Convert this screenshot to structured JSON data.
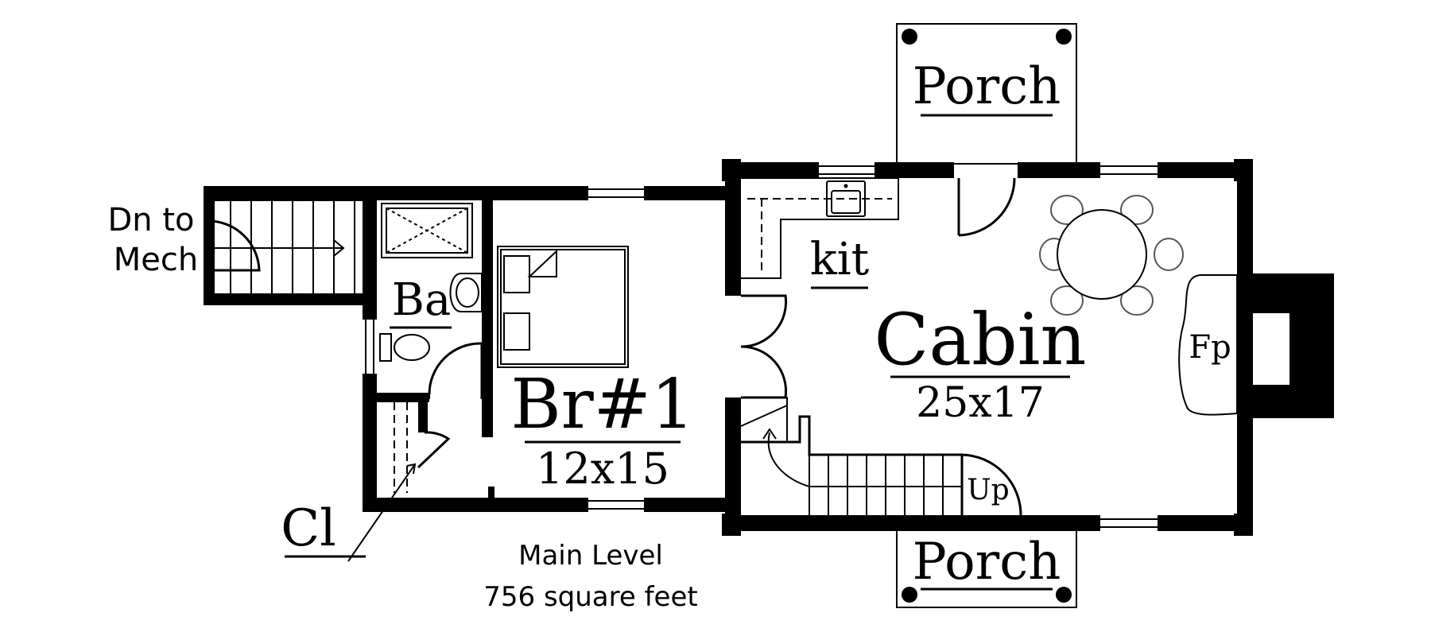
{
  "rooms": {
    "porch_top": "Porch",
    "porch_bottom": "Porch",
    "kitchen": "kit",
    "cabin_name": "Cabin",
    "cabin_size": "25x17",
    "bedroom_name": "Br#1",
    "bedroom_size": "12x15",
    "bath": "Ba",
    "closet": "Cl",
    "fireplace": "Fp",
    "stairs_up": "Up",
    "stairs_down_line1": "Dn to",
    "stairs_down_line2": "Mech"
  },
  "caption": {
    "level": "Main Level",
    "area": "756 square feet"
  }
}
